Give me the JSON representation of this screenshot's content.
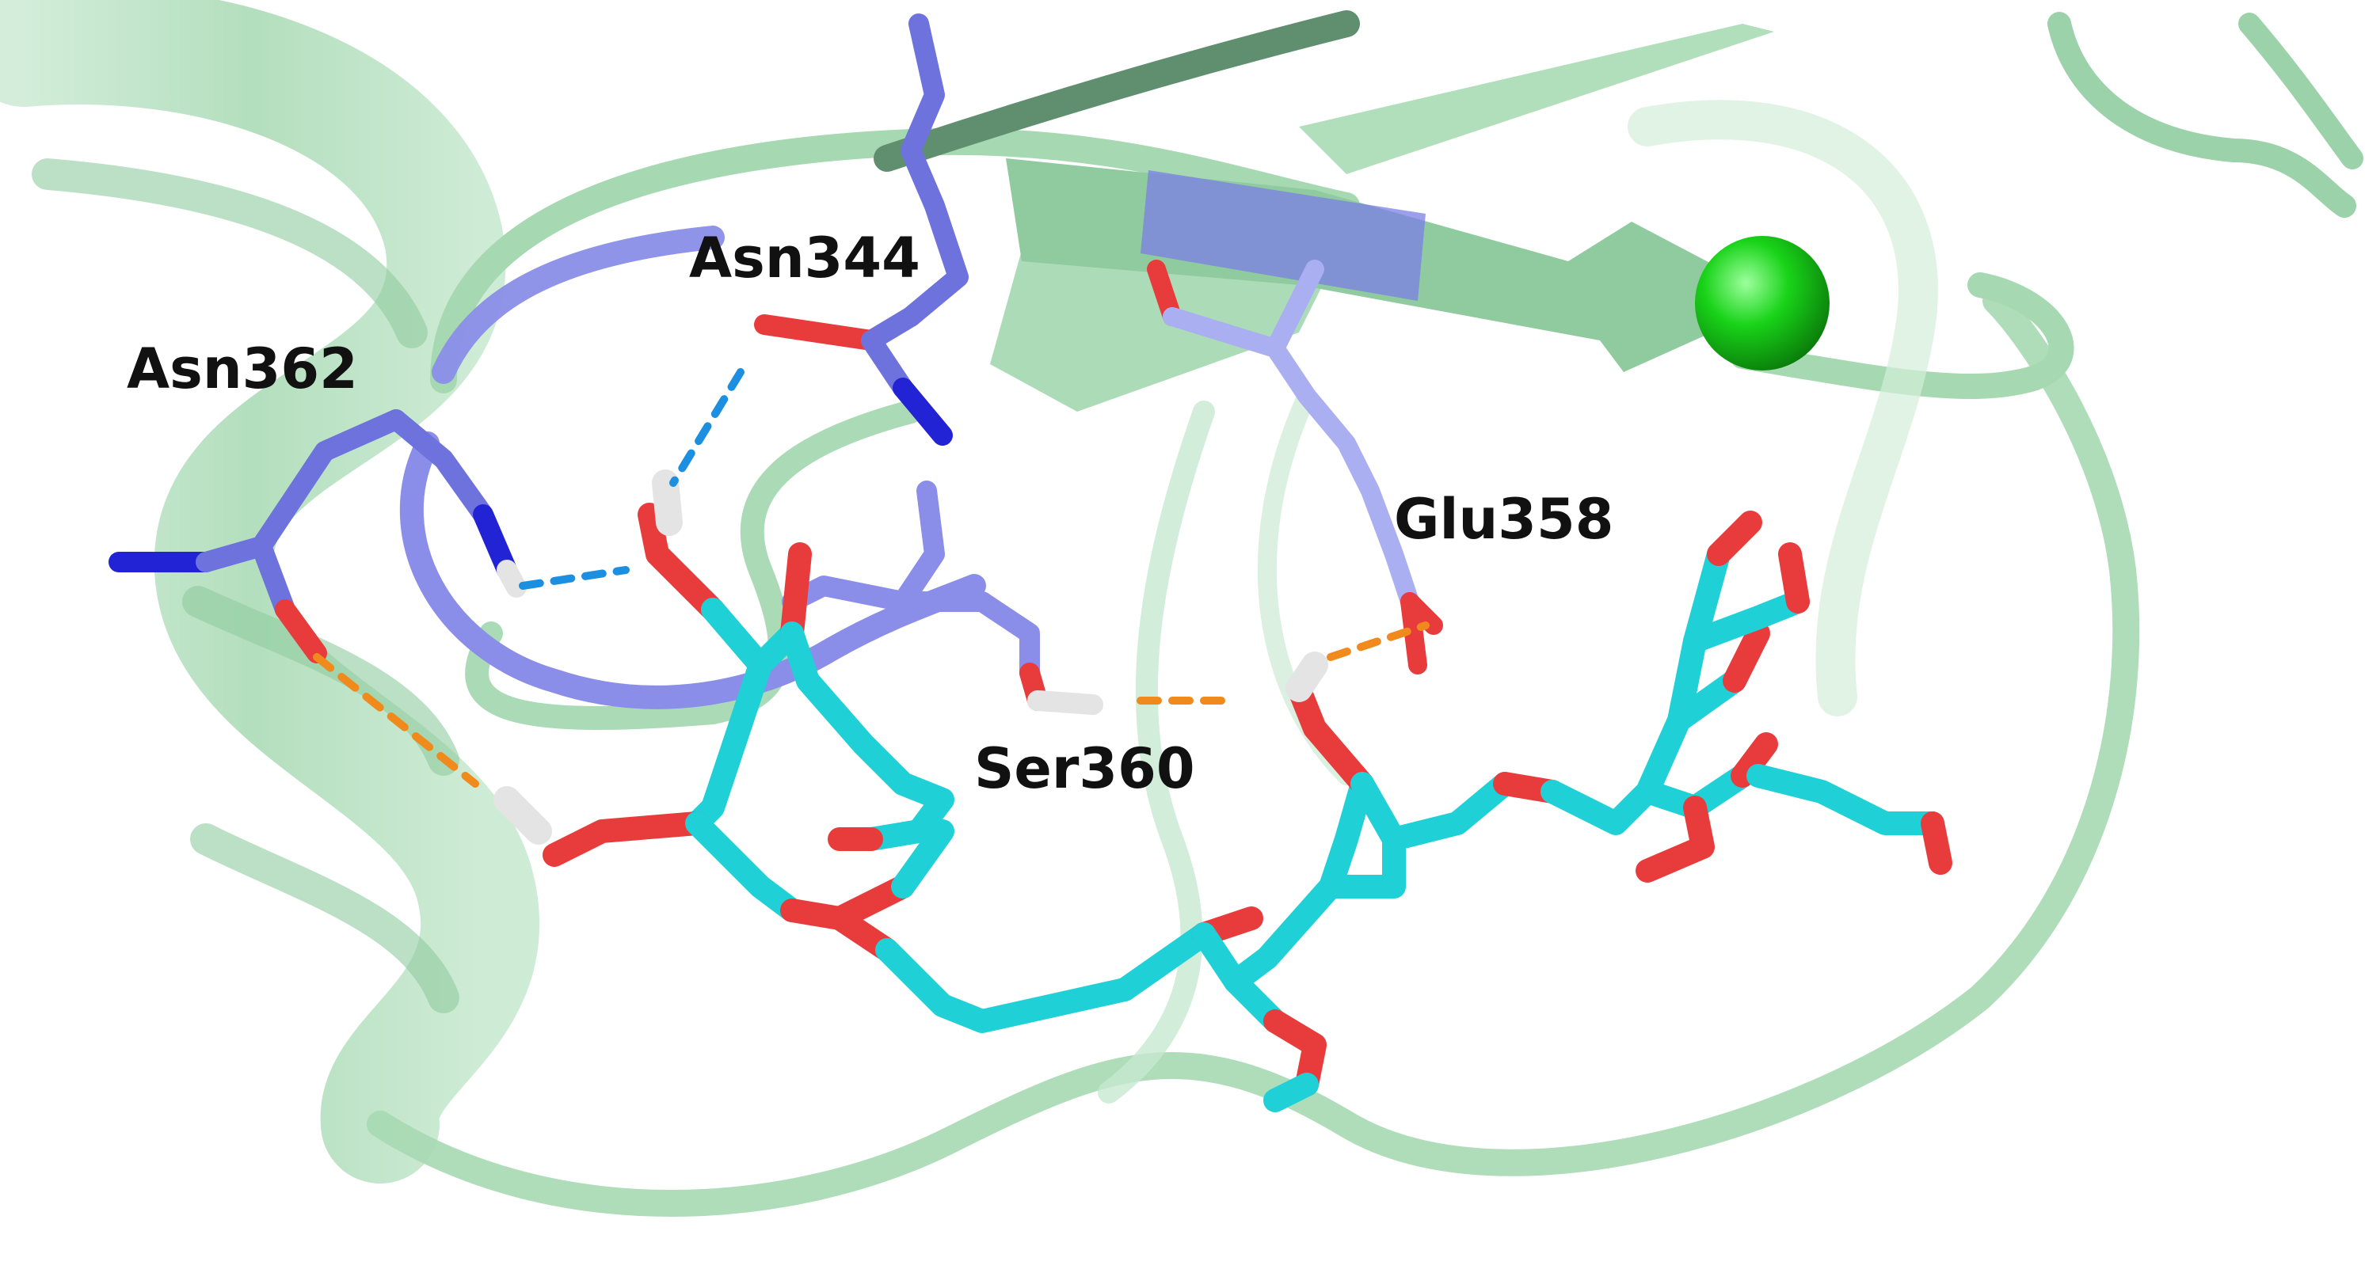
{
  "labels": {
    "asn344": "Asn344",
    "asn362": "Asn362",
    "glu358": "Glu358",
    "ser360": "Ser360"
  },
  "colors": {
    "background": "#ffffff",
    "ribbon": "#a8dcb4",
    "ribbon_dark": "#86c49a",
    "residue": "#7b7fe6",
    "residue_light": "#a9aff0",
    "ligand_carbon": "#1fd1d6",
    "oxygen": "#e83c3c",
    "nitrogen": "#2323d6",
    "hydrogen": "#e4e4e4",
    "hbond_blue": "#1c8fe0",
    "hbond_orange": "#f08a1c",
    "ion": "#19d319"
  }
}
